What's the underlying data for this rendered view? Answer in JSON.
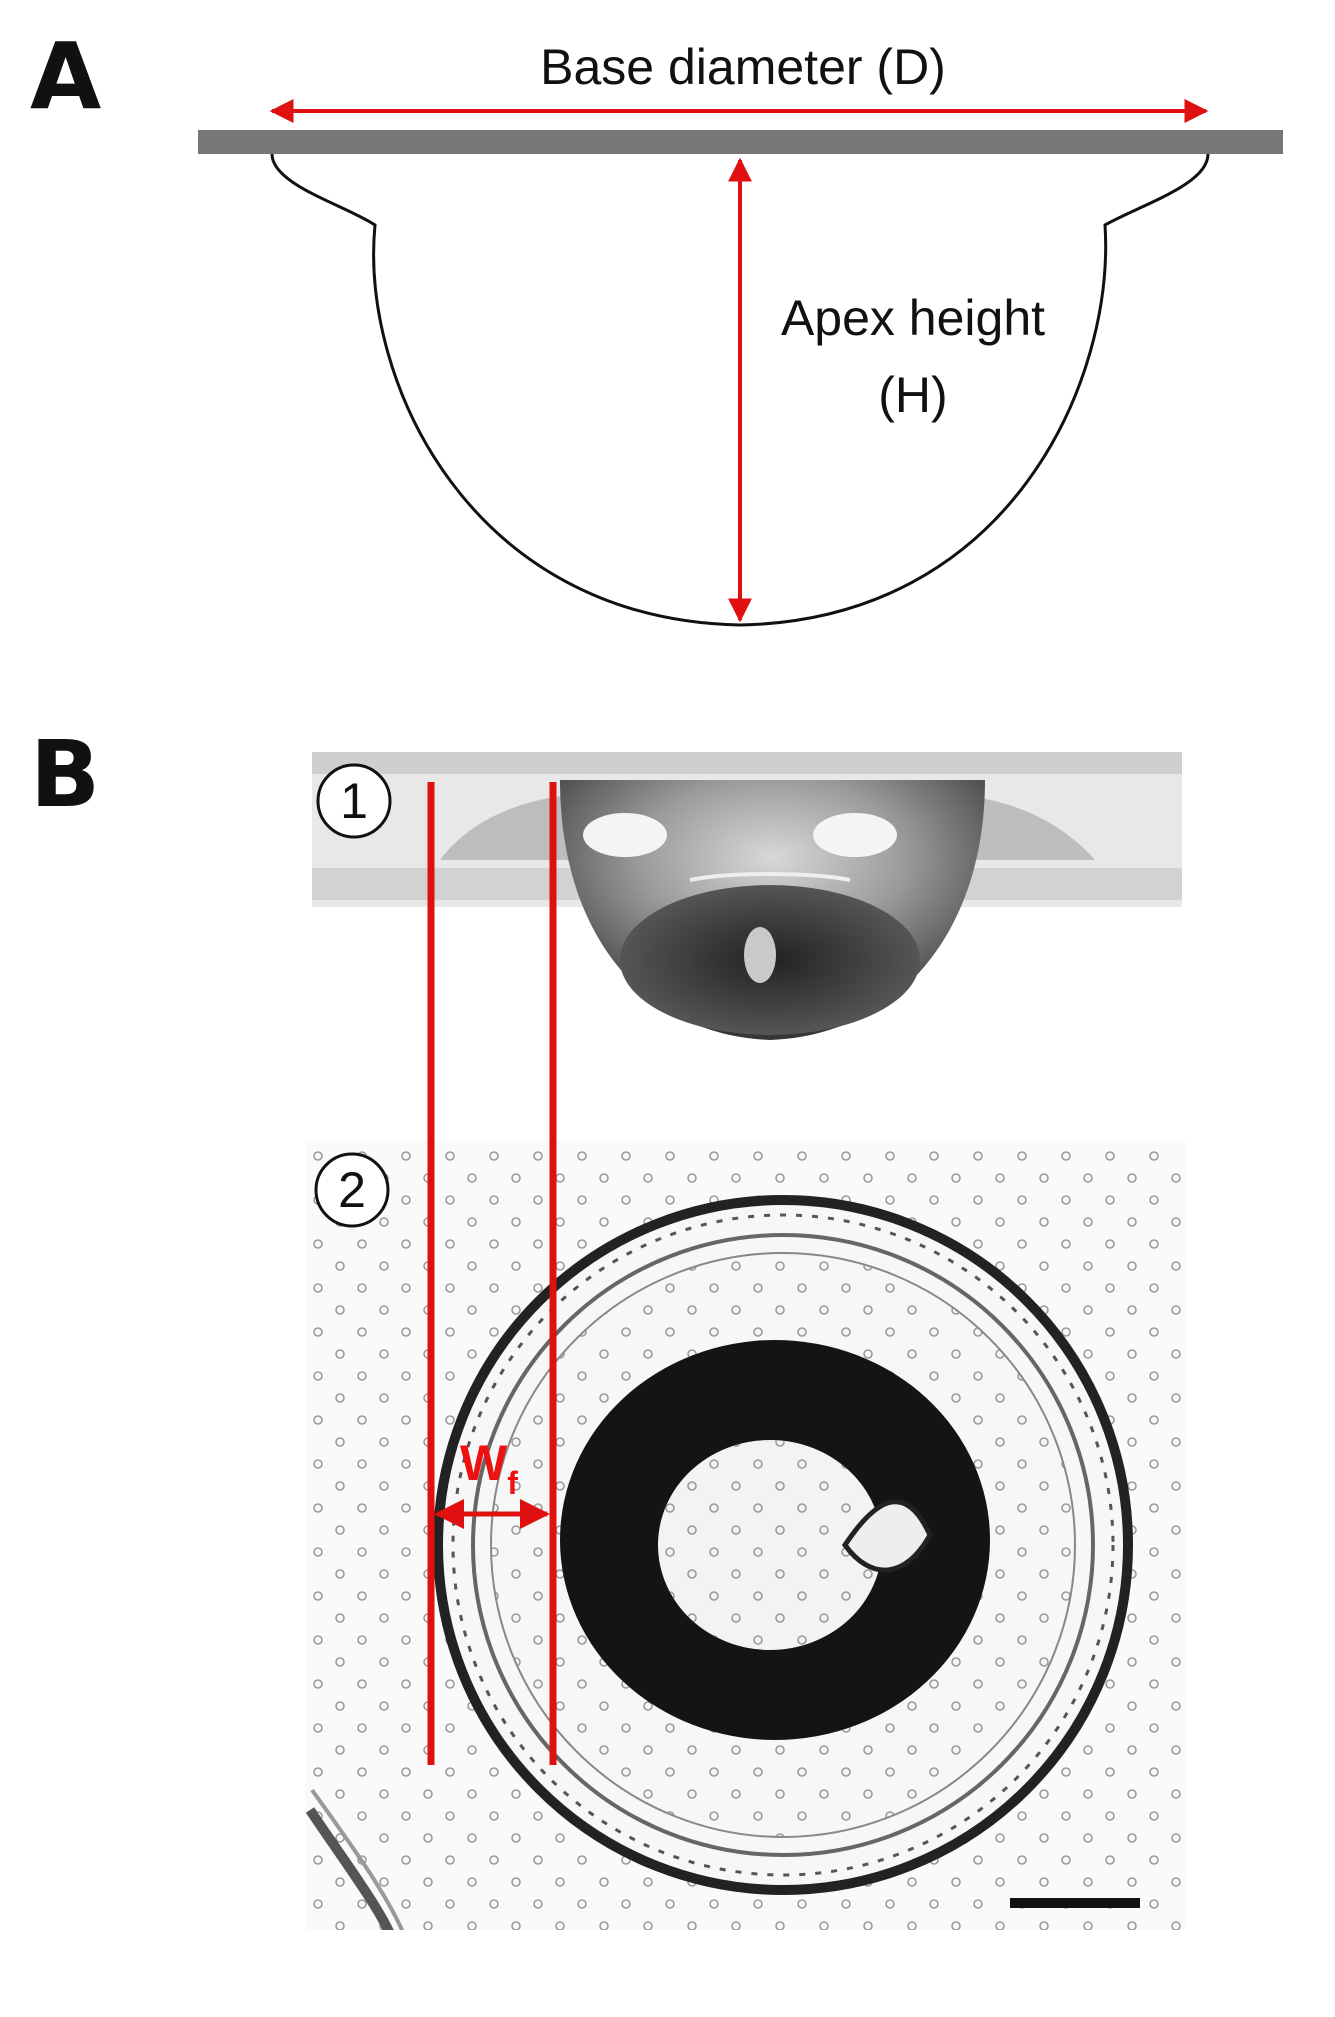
{
  "panels": {
    "a": {
      "letter": "A",
      "base_diameter_label": "Base diameter (D)",
      "apex_height_line1": "Apex height",
      "apex_height_line2": "(H)"
    },
    "b": {
      "letter": "B",
      "view_1": "1",
      "view_2": "2",
      "wf_main": "W",
      "wf_sub": "f"
    }
  },
  "colors": {
    "annotation": "#e01010",
    "substrate": "#777777",
    "ink": "#111111"
  }
}
